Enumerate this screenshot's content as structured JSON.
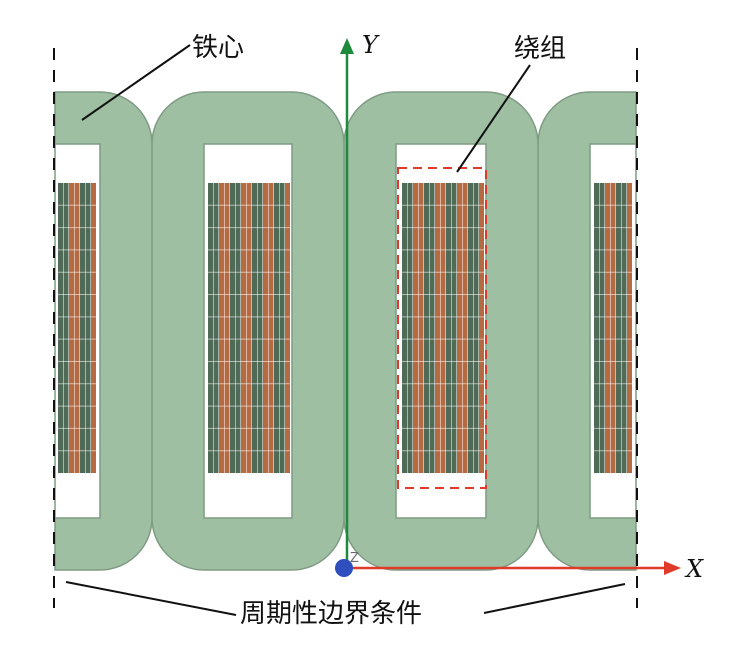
{
  "labels": {
    "core": "铁心",
    "winding": "绕组",
    "boundary": "周期性边界条件"
  },
  "axes": {
    "x": "X",
    "y": "Y",
    "z": "Z"
  },
  "colors": {
    "core_fill": "#9fbfa3",
    "core_stroke": "#7f9b83",
    "winding_dark": "#4f6a56",
    "winding_copper": "#b56a42",
    "x_axis": "#e03a2a",
    "y_axis": "#1e8a3e",
    "z_origin": "#2f4fbf",
    "highlight_box": "#e03a2a"
  },
  "winding_groups": [
    {
      "id": "left-partial"
    },
    {
      "id": "window-1"
    },
    {
      "id": "window-2"
    },
    {
      "id": "right-partial"
    }
  ]
}
